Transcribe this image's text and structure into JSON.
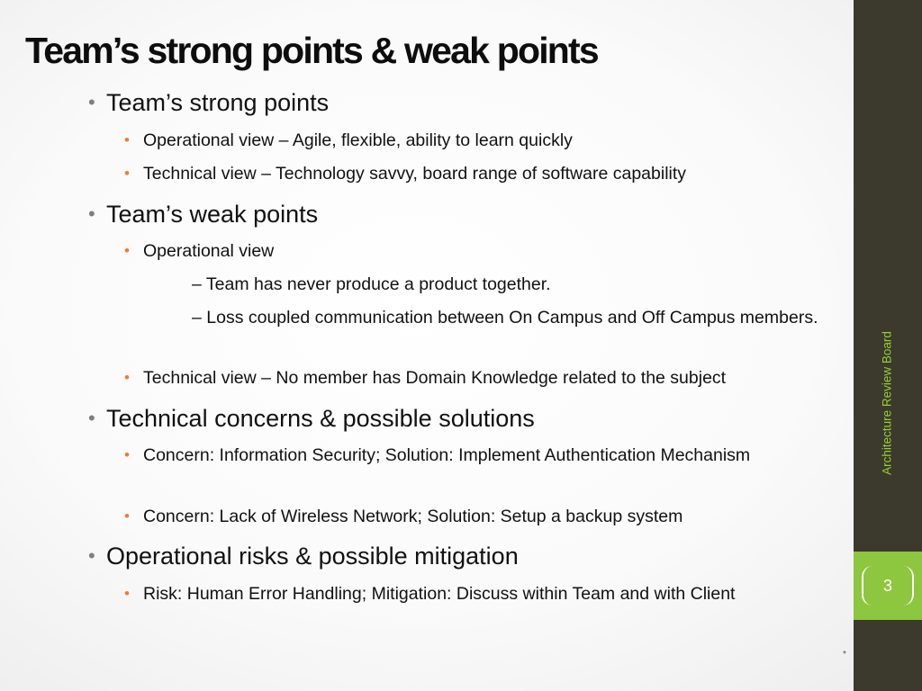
{
  "slide": {
    "title": "Team’s strong points & weak points",
    "sections": [
      {
        "heading": "Team’s strong points",
        "items": [
          {
            "text": "Operational view – Agile, flexible, ability to learn quickly"
          },
          {
            "text": "Technical view – Technology savvy, board range of software capability"
          }
        ]
      },
      {
        "heading": "Team’s weak points",
        "items": [
          {
            "text": "Operational view",
            "subitems": [
              "– Team has never produce a product together.",
              "– Loss coupled communication between On Campus and Off Campus members."
            ]
          },
          {
            "text": "Technical view – No member has Domain Knowledge related to the subject"
          }
        ]
      },
      {
        "heading": "Technical concerns & possible solutions",
        "items": [
          {
            "text": "Concern: Information Security; Solution: Implement Authentication Mechanism"
          },
          {
            "text": "Concern: Lack of Wireless Network; Solution: Setup a backup system"
          }
        ]
      },
      {
        "heading": "Operational risks & possible mitigation",
        "items": [
          {
            "text": "Risk: Human Error Handling; Mitigation: Discuss within Team and with Client"
          }
        ]
      }
    ],
    "footer_text": "Architecture Review Board",
    "slide_number": "3",
    "corner_mark": "*"
  },
  "colors": {
    "sidebar": "#3b3a2c",
    "accent_green": "#8dc63f",
    "footer_green": "#9acd32",
    "bullet_orange": "#ed7d31",
    "bullet_gray": "#7f7f7f"
  }
}
